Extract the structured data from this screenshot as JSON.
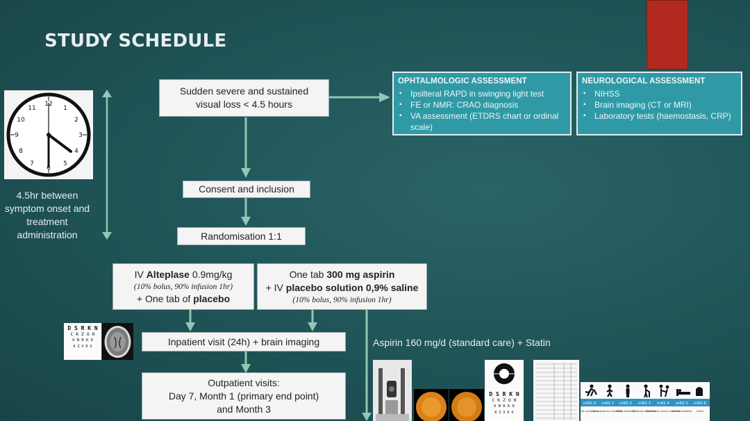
{
  "slide": {
    "title": "STUDY SCHEDULE"
  },
  "timing": {
    "caption": "4.5hr between symptom onset and treatment administration",
    "clock_numbers": [
      "12",
      "1",
      "2",
      "3",
      "4",
      "5",
      "6",
      "7",
      "8",
      "9",
      "10",
      "11"
    ]
  },
  "flow": {
    "onset": "Sudden severe and sustained visual loss < 4.5 hours",
    "consent": "Consent and inclusion",
    "randomisation": "Randomisation 1:1",
    "arm_a": {
      "line1_pre": "IV ",
      "line1_bold": "Alteplase",
      "line1_post": " 0.9mg/kg",
      "line2": "(10% bolus, 90% infusion 1hr)",
      "line3_pre": "+ One tab of ",
      "line3_bold": "placebo"
    },
    "arm_b": {
      "line1_pre": "One tab ",
      "line1_bold": "300 mg aspirin",
      "line2_pre": "+ IV ",
      "line2_bold": "placebo solution 0,9% saline",
      "line3": "(10% bolus, 90% infusion 1hr)"
    },
    "inpatient": "Inpatient visit (24h) + brain imaging",
    "outpatient": {
      "line1": "Outpatient visits:",
      "line2": "Day 7, Month 1 (primary end point)",
      "line3": "and Month 3"
    },
    "standard_care": "Aspirin 160 mg/d (standard care) + Statin"
  },
  "ophthalmologic": {
    "heading": "OPHTALMOLOGIC ASSESSMENT",
    "items": [
      "Ipsilteral RAPD in swinging light test",
      "FE or NMR: CRAO diagnosis",
      "VA assessment (ETDRS chart or ordinal scale)"
    ]
  },
  "neurological": {
    "heading": "NEUROLOGICAL ASSESSMENT",
    "items": [
      "NIHSS",
      "Brain imaging (CT or MRI)",
      "Laboratory tests (haemostasis, CRP)"
    ]
  },
  "eye_chart": {
    "rows": [
      "D S R K N",
      "C K Z O H",
      "O N R K D",
      "K Z V D U"
    ]
  },
  "mrs_scale": {
    "labels": [
      "mRS 0",
      "mRS 1",
      "mRS 2",
      "mRS 3",
      "mRS 4",
      "mRS 5",
      "mRS 6"
    ],
    "descriptions": [
      "No symptoms",
      "Nonsignificant disability",
      "Slight disability",
      "Moderate disability",
      "Moderately severe disability",
      "Severe disability",
      "Dead"
    ]
  },
  "colors": {
    "background": "#1f5356",
    "arrow": "#8fc9b4",
    "assessment_box": "#2f9aa6",
    "accent_red": "#b22a1f"
  }
}
